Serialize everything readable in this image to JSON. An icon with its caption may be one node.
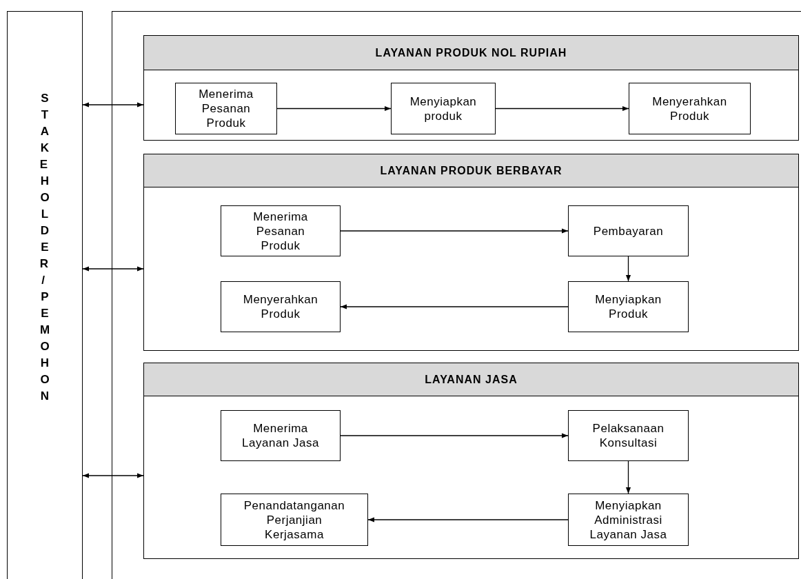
{
  "diagram": {
    "nodes": [
      {
        "text": [
          "STAKE HOLDER / PEMOHON"
        ]
      },
      {
        "text": [],
        "shape": "box"
      },
      {
        "text": [
          "LAYANAN PRODUK NOL RUPIAH"
        ],
        "in": 1
      },
      {
        "text": [
          "Menerima Pesanan Produk"
        ],
        "in": 2
      },
      {
        "text": [
          "Menyiapkan produk"
        ],
        "in": 2
      },
      {
        "text": [
          "Menyerahkan Produk"
        ],
        "in": 2
      },
      {
        "text": [
          "LAYANAN PRODUK BERBAYAR"
        ],
        "in": 1
      },
      {
        "text": [
          "Menerima Pesanan Produk"
        ],
        "in": 6
      },
      {
        "text": [
          "Pembayaran"
        ],
        "in": 6
      },
      {
        "text": [
          "Menyerahkan Produk"
        ],
        "in": 6
      },
      {
        "text": [
          "Menyiapkan Produk"
        ],
        "in": 6
      },
      {
        "text": [
          "LAYANAN JASA"
        ],
        "in": 1
      },
      {
        "text": [
          "Menerima Layanan Jasa"
        ],
        "in": 11
      },
      {
        "text": [
          "Pelaksanaan Konsultasi"
        ],
        "in": 11
      },
      {
        "text": [
          "Penandatanganan Perjanjian Kerjasama"
        ],
        "in": 11
      },
      {
        "text": [
          "Menyiapkan Administrasi Layanan Jasa"
        ],
        "in": 11
      }
    ],
    "edges": [
      {
        "from": 0,
        "to": 2,
        "arrow": "both"
      },
      {
        "from": 0,
        "to": 6,
        "arrow": "both"
      },
      {
        "from": 0,
        "to": 11,
        "arrow": "both"
      },
      {
        "from": 3,
        "to": 4,
        "arrow": "to"
      },
      {
        "from": 4,
        "to": 5,
        "arrow": "to"
      },
      {
        "from": 7,
        "to": 8,
        "arrow": "to"
      },
      {
        "from": 8,
        "to": 10,
        "arrow": "to"
      },
      {
        "from": 10,
        "to": 9,
        "arrow": "to"
      },
      {
        "from": 12,
        "to": 13,
        "arrow": "to"
      },
      {
        "from": 13,
        "to": 15,
        "arrow": "to"
      },
      {
        "from": 15,
        "to": 14,
        "arrow": "to"
      }
    ]
  }
}
